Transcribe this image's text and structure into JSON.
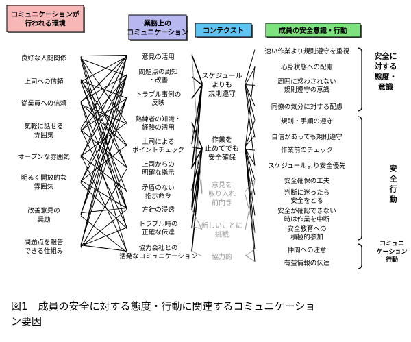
{
  "headers": {
    "env": {
      "lines": [
        "コミュニケーションが",
        "行われる環境"
      ],
      "fill": "#f7b7b7"
    },
    "biz": {
      "lines": [
        "業務上の",
        "コミュニケーション"
      ],
      "fill": "#b8b8f0"
    },
    "ctx": {
      "lines": [
        "コンテクスト"
      ],
      "fill": "#5fc4f2"
    },
    "act": {
      "lines": [
        "成員の安全意識・行動"
      ],
      "fill": "#7ee27e"
    }
  },
  "env_nodes": [
    {
      "id": "e1",
      "lines": [
        "良好な人間関係"
      ]
    },
    {
      "id": "e2",
      "lines": [
        "上司への信頼"
      ]
    },
    {
      "id": "e3",
      "lines": [
        "従業員への信頼"
      ]
    },
    {
      "id": "e4",
      "lines": [
        "気軽に話せる",
        "雰囲気"
      ]
    },
    {
      "id": "e5",
      "lines": [
        "オープンな雰囲気"
      ]
    },
    {
      "id": "e6",
      "lines": [
        "明るく開放的な",
        "雰囲気"
      ]
    },
    {
      "id": "e7",
      "lines": [
        "改善意見の",
        "奨励"
      ]
    },
    {
      "id": "e8",
      "lines": [
        "問題点を報告",
        "できる仕組み"
      ]
    }
  ],
  "biz_nodes": [
    {
      "id": "b1",
      "lines": [
        "意見の活用"
      ]
    },
    {
      "id": "b2",
      "lines": [
        "問題点の周知",
        "・改善"
      ]
    },
    {
      "id": "b3",
      "lines": [
        "トラブル事例の",
        "反映"
      ]
    },
    {
      "id": "b4",
      "lines": [
        "熟練者の知識・",
        "経験の活用"
      ]
    },
    {
      "id": "b5",
      "lines": [
        "上司による",
        "ポイントチェック"
      ]
    },
    {
      "id": "b6",
      "lines": [
        "上司からの",
        "明確な指示"
      ]
    },
    {
      "id": "b7",
      "lines": [
        "矛盾のない",
        "指示命令"
      ]
    },
    {
      "id": "b8",
      "lines": [
        "方針の浸透"
      ]
    },
    {
      "id": "b9",
      "lines": [
        "トラブル時の",
        "正確な伝達"
      ]
    },
    {
      "id": "b10",
      "lines": [
        "協力会社との",
        "活発なコミュニケーション"
      ]
    }
  ],
  "ctx_nodes": [
    {
      "id": "c1",
      "lines": [
        "スケジュール",
        "よりも",
        "規則遵守"
      ],
      "gray": false
    },
    {
      "id": "c2",
      "lines": [
        "作業を",
        "止めてでも",
        "安全確保"
      ],
      "gray": false
    },
    {
      "id": "c3",
      "lines": [
        "意見を",
        "取り入れ",
        "前向き"
      ],
      "gray": true
    },
    {
      "id": "c4",
      "lines": [
        "新しいことに",
        "挑戦"
      ],
      "gray": true
    },
    {
      "id": "c5",
      "lines": [
        "協力的"
      ],
      "gray": true
    }
  ],
  "act_nodes": [
    {
      "id": "a1",
      "lines": [
        "速い作業より規則遵守を重視"
      ]
    },
    {
      "id": "a2",
      "lines": [
        "心身状態への配慮"
      ]
    },
    {
      "id": "a3",
      "lines": [
        "周囲に惑わされない",
        "規則遵守の意識"
      ]
    },
    {
      "id": "a4",
      "lines": [
        "同僚の気分に対する配慮"
      ]
    },
    {
      "id": "a5",
      "lines": [
        "規則・手順の遵守"
      ]
    },
    {
      "id": "a6",
      "lines": [
        "自信があっても規則遵守"
      ]
    },
    {
      "id": "a7",
      "lines": [
        "作業前のチェック"
      ]
    },
    {
      "id": "a8",
      "lines": [
        "スケジュールより安全優先"
      ]
    },
    {
      "id": "a9",
      "lines": [
        "安全確保の工夫"
      ]
    },
    {
      "id": "a10",
      "lines": [
        "判断に迷ったら",
        "安全をとる"
      ]
    },
    {
      "id": "a11",
      "lines": [
        "安全が確認できない",
        "時は作業を中断"
      ]
    },
    {
      "id": "a12",
      "lines": [
        "安全教育への",
        "積極的参加"
      ]
    },
    {
      "id": "a13",
      "lines": [
        "仲間への注意"
      ]
    },
    {
      "id": "a14",
      "lines": [
        "有益情報の伝達"
      ]
    }
  ],
  "groups": [
    {
      "id": "g1",
      "lines": [
        "安全に",
        "対する",
        "態度・",
        "意識"
      ],
      "small": false
    },
    {
      "id": "g2",
      "lines": [
        "安",
        "全",
        "行",
        "動"
      ],
      "small": false
    },
    {
      "id": "g3",
      "lines": [
        "コミュニ",
        "ケーション",
        "行動"
      ],
      "small": true
    }
  ],
  "edges_env_biz": [
    [
      "e1",
      "b1"
    ],
    [
      "e1",
      "b2"
    ],
    [
      "e1",
      "b4"
    ],
    [
      "e1",
      "b6"
    ],
    [
      "e1",
      "b8"
    ],
    [
      "e1",
      "b9"
    ],
    [
      "e2",
      "b1"
    ],
    [
      "e2",
      "b3"
    ],
    [
      "e2",
      "b5"
    ],
    [
      "e2",
      "b6"
    ],
    [
      "e2",
      "b7"
    ],
    [
      "e2",
      "b8"
    ],
    [
      "e3",
      "b1"
    ],
    [
      "e3",
      "b2"
    ],
    [
      "e3",
      "b4"
    ],
    [
      "e3",
      "b5"
    ],
    [
      "e3",
      "b8"
    ],
    [
      "e3",
      "b10"
    ],
    [
      "e4",
      "b1"
    ],
    [
      "e4",
      "b2"
    ],
    [
      "e4",
      "b3"
    ],
    [
      "e4",
      "b6"
    ],
    [
      "e4",
      "b9"
    ],
    [
      "e5",
      "b1"
    ],
    [
      "e5",
      "b2"
    ],
    [
      "e5",
      "b4"
    ],
    [
      "e5",
      "b7"
    ],
    [
      "e5",
      "b10"
    ],
    [
      "e6",
      "b2"
    ],
    [
      "e6",
      "b3"
    ],
    [
      "e6",
      "b5"
    ],
    [
      "e6",
      "b8"
    ],
    [
      "e6",
      "b9"
    ],
    [
      "e7",
      "b1"
    ],
    [
      "e7",
      "b2"
    ],
    [
      "e7",
      "b3"
    ],
    [
      "e7",
      "b8"
    ],
    [
      "e7",
      "b10"
    ],
    [
      "e8",
      "b1"
    ],
    [
      "e8",
      "b2"
    ],
    [
      "e8",
      "b3"
    ],
    [
      "e8",
      "b6"
    ],
    [
      "e8",
      "b8"
    ],
    [
      "e8",
      "b9"
    ],
    [
      "e8",
      "b10"
    ]
  ],
  "edges_biz_ctx": [
    [
      "b1",
      "c1"
    ],
    [
      "b2",
      "c1"
    ],
    [
      "b3",
      "c1"
    ],
    [
      "b4",
      "c2"
    ],
    [
      "b5",
      "c1"
    ],
    [
      "b5",
      "c2"
    ],
    [
      "b6",
      "c1"
    ],
    [
      "b6",
      "c2"
    ],
    [
      "b7",
      "c2"
    ],
    [
      "b8",
      "c1"
    ],
    [
      "b8",
      "c2"
    ],
    [
      "b9",
      "c2"
    ],
    [
      "b10",
      "c2"
    ],
    [
      "b1",
      "c3"
    ],
    [
      "b4",
      "c3"
    ],
    [
      "b8",
      "c4"
    ],
    [
      "b10",
      "c5"
    ],
    [
      "b9",
      "c4"
    ]
  ],
  "edges_ctx_act": [
    [
      "c1",
      "a1"
    ],
    [
      "c1",
      "a2"
    ],
    [
      "c1",
      "a3"
    ],
    [
      "c1",
      "a4"
    ],
    [
      "c1",
      "a5"
    ],
    [
      "c1",
      "a6"
    ],
    [
      "c1",
      "a8"
    ],
    [
      "c2",
      "a2"
    ],
    [
      "c2",
      "a5"
    ],
    [
      "c2",
      "a6"
    ],
    [
      "c2",
      "a7"
    ],
    [
      "c2",
      "a8"
    ],
    [
      "c2",
      "a9"
    ],
    [
      "c2",
      "a10"
    ],
    [
      "c2",
      "a11"
    ],
    [
      "c2",
      "a12"
    ],
    [
      "c2",
      "a13"
    ],
    [
      "c2",
      "a14"
    ],
    [
      "c3",
      "a9"
    ],
    [
      "c3",
      "a12"
    ],
    [
      "c4",
      "a9"
    ],
    [
      "c5",
      "a13"
    ],
    [
      "c5",
      "a14"
    ]
  ],
  "caption": {
    "lines": [
      "図1　成員の安全に対する態度・行動に関連するコミュニケーショ",
      "ン要因"
    ]
  }
}
